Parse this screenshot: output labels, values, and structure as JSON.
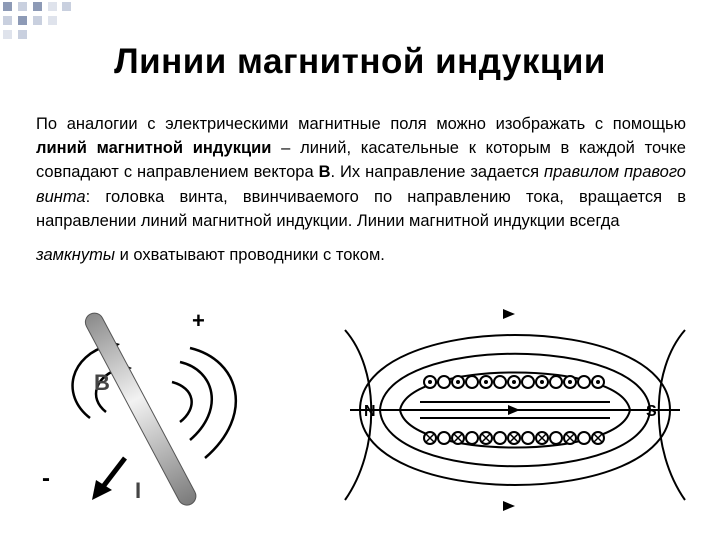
{
  "slide": {
    "title": "Линии магнитной индукции",
    "paragraph": {
      "t1": "По аналогии с электрическими магнитные поля можно изображать с помощью ",
      "b1": "линий магнитной индукции",
      "t2": " – линий, касательные к которым в каждой точке совпадают с направлением вектора ",
      "b2": "В",
      "t3": ". Их направление задается ",
      "i1": "правилом правого винта",
      "t4": ": головка винта, ввинчиваемого по направлению тока, вращается в направлении линий магнитной индукции. Линии магнитной индукции всегда",
      "i2": "замкнуты",
      "t5": " и охватывают проводники с током."
    }
  },
  "figure_wire": {
    "plus_label": "+",
    "minus_label": "-",
    "field_label": "B",
    "current_label": "I"
  },
  "figure_solenoid": {
    "north_label": "N",
    "south_label": "S"
  },
  "colors": {
    "deco_grid": "#8d9ab6",
    "ink": "#000000",
    "rod_light": "#e6e6e6",
    "rod_dark": "#8a8a8a"
  }
}
